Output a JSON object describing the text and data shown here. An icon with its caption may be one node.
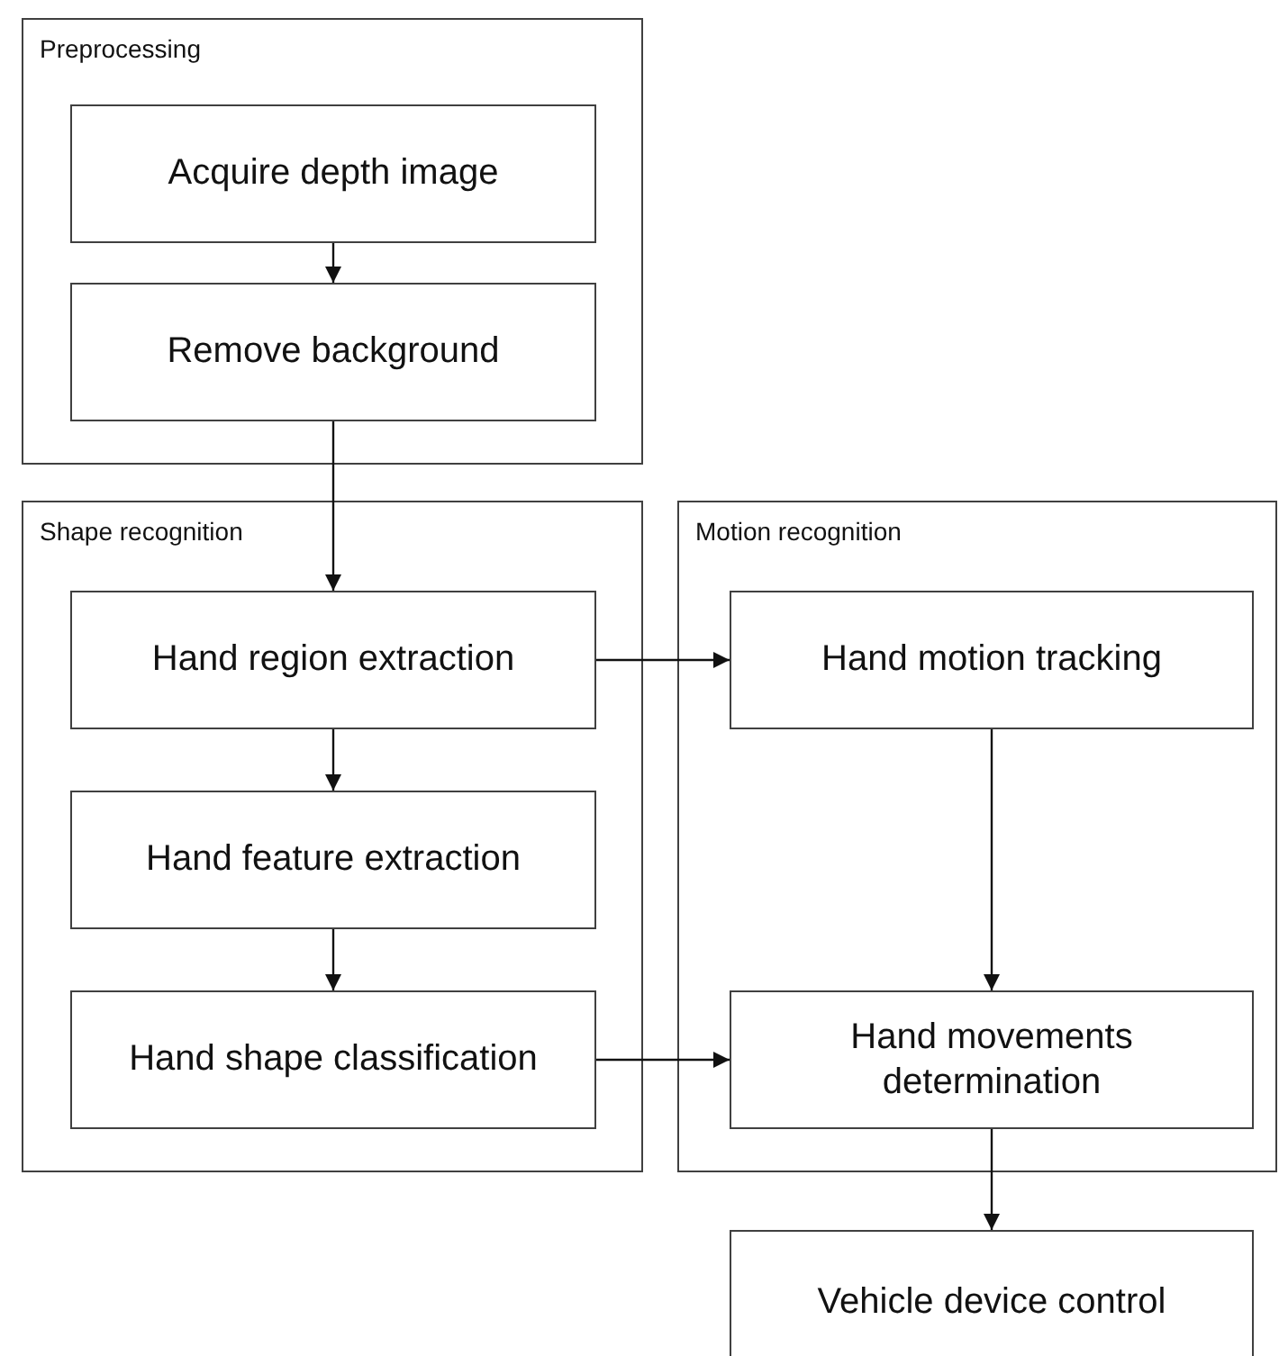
{
  "diagram": {
    "nodes": [
      {
        "text": [
          "Preprocessing"
        ]
      },
      {
        "text": [
          "Acquire depth image"
        ],
        "in": 0
      },
      {
        "text": [
          "Remove background"
        ],
        "in": 0
      },
      {
        "text": [
          "Shape recognition"
        ]
      },
      {
        "text": [
          "Hand region extraction"
        ],
        "in": 3
      },
      {
        "text": [
          "Hand feature extraction"
        ],
        "in": 3
      },
      {
        "text": [
          "Hand shape classification"
        ],
        "in": 3
      },
      {
        "text": [
          "Motion recognition"
        ]
      },
      {
        "text": [
          "Hand motion tracking"
        ],
        "in": 7
      },
      {
        "text": [
          "Hand movements determination"
        ],
        "in": 7
      },
      {
        "text": [
          "Vehicle device control"
        ]
      }
    ],
    "edges": [
      {
        "from": 1,
        "to": 2,
        "arrow": "to"
      },
      {
        "from": 2,
        "to": 4,
        "arrow": "to"
      },
      {
        "from": 4,
        "to": 5,
        "arrow": "to"
      },
      {
        "from": 5,
        "to": 6,
        "arrow": "to"
      },
      {
        "from": 4,
        "to": 8,
        "arrow": "to"
      },
      {
        "from": 8,
        "to": 9,
        "arrow": "to"
      },
      {
        "from": 6,
        "to": 9,
        "arrow": "to"
      },
      {
        "from": 9,
        "to": 10,
        "arrow": "to"
      }
    ]
  }
}
